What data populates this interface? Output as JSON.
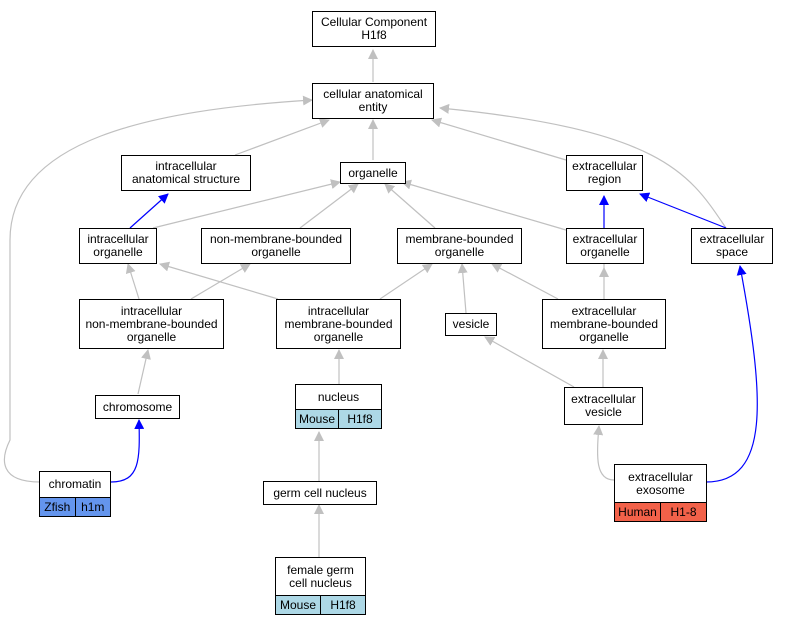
{
  "colors": {
    "edge_gray": "#c0c0c0",
    "edge_blue": "#0000ff",
    "mouse_tag": "#add8e6",
    "zfish_tag": "#6495ed",
    "human_tag": "#f26149"
  },
  "nodes": {
    "cellular_component": "Cellular Component\nH1f8",
    "cellular_anatomical_entity": "cellular anatomical\nentity",
    "intracellular_anatomical_structure": "intracellular\nanatomical structure",
    "organelle": "organelle",
    "extracellular_region": "extracellular\nregion",
    "intracellular_organelle": "intracellular\norganelle",
    "non_membrane_bounded_organelle": "non-membrane-bounded\norganelle",
    "membrane_bounded_organelle": "membrane-bounded\norganelle",
    "extracellular_organelle": "extracellular\norganelle",
    "extracellular_space": "extracellular\nspace",
    "intracellular_non_membrane_bounded_organelle": "intracellular\nnon-membrane-bounded\norganelle",
    "intracellular_membrane_bounded_organelle": "intracellular\nmembrane-bounded\norganelle",
    "vesicle": "vesicle",
    "extracellular_membrane_bounded_organelle": "extracellular\nmembrane-bounded\norganelle",
    "chromosome": "chromosome",
    "nucleus": {
      "label": "nucleus",
      "species": "Mouse",
      "gene": "H1f8"
    },
    "extracellular_vesicle": "extracellular\nvesicle",
    "chromatin": {
      "label": "chromatin",
      "species": "Zfish",
      "gene": "h1m"
    },
    "germ_cell_nucleus": "germ cell nucleus",
    "extracellular_exosome": {
      "label": "extracellular\nexosome",
      "species": "Human",
      "gene": "H1-8"
    },
    "female_germ_cell_nucleus": {
      "label": "female germ\ncell nucleus",
      "species": "Mouse",
      "gene": "H1f8"
    }
  }
}
